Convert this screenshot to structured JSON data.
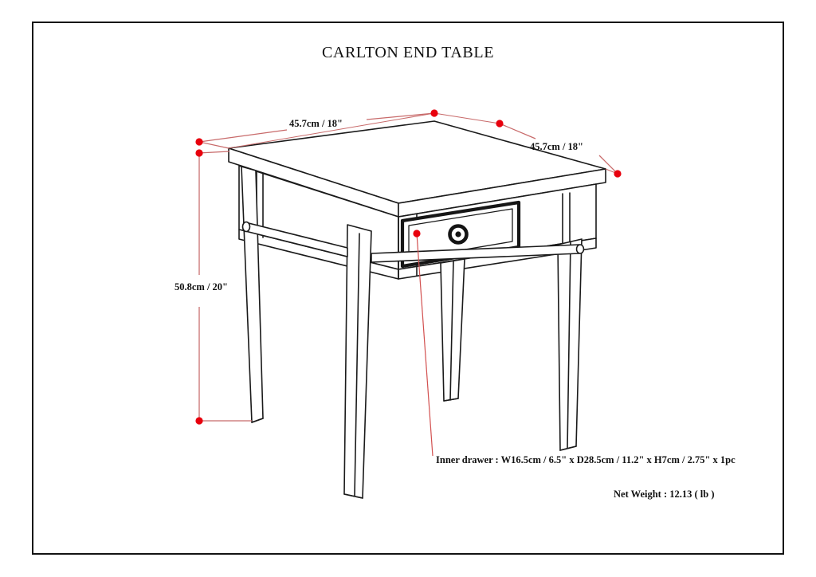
{
  "document": {
    "title": "CARLTON END TABLE",
    "product_name": "Carlton End Table",
    "drawing_type": "dimension-drawing"
  },
  "frame": {
    "border_color": "#131313"
  },
  "colors": {
    "line": "#1a1a1a",
    "dimension_red": "#e8000d",
    "dimension_line": "#c86a6a",
    "background": "#ffffff",
    "drawer_border": "#161616"
  },
  "dimensions": {
    "width": {
      "label": "45.7cm / 18\"",
      "cm": 45.7,
      "inches": 18,
      "axis": "width"
    },
    "depth": {
      "label": "45.7cm / 18\"",
      "cm": 45.7,
      "inches": 18,
      "axis": "depth"
    },
    "height": {
      "label": "50.8cm / 20\"",
      "cm": 50.8,
      "inches": 20,
      "axis": "height"
    }
  },
  "notes": {
    "inner_drawer": "Inner drawer  : W16.5cm / 6.5\" x D28.5cm / 11.2\" x H7cm / 2.75\" x 1pc",
    "net_weight": "Net Weight : 12.13 ( lb )"
  },
  "inner_drawer_spec": {
    "width_cm": 16.5,
    "width_in": 6.5,
    "depth_cm": 28.5,
    "depth_in": 11.2,
    "height_cm": 7,
    "height_in": 2.75,
    "quantity": "1pc"
  },
  "net_weight": {
    "value": 12.13,
    "unit": "lb"
  },
  "product_features": {
    "drawer_count": 1,
    "leg_count": 4,
    "knob_style": "ring-knob",
    "leg_style": "tapered"
  }
}
